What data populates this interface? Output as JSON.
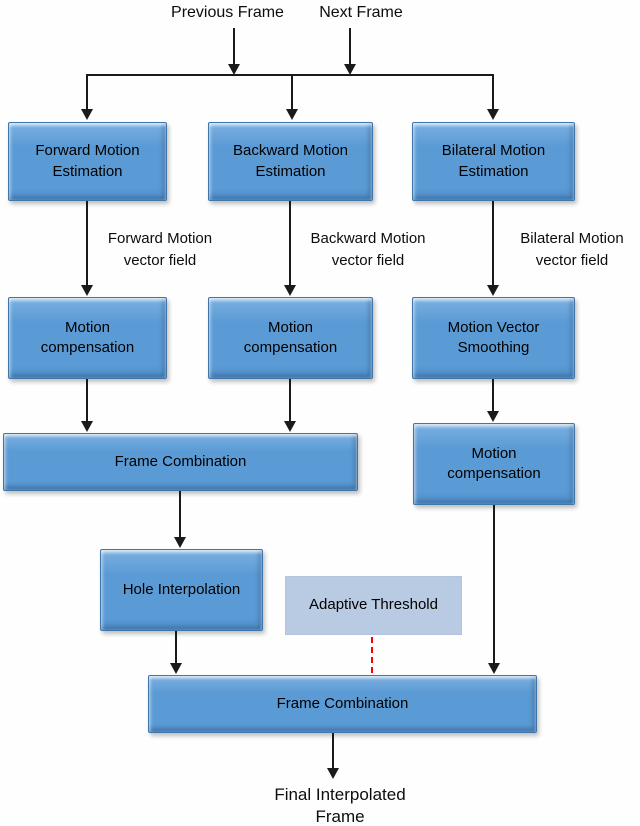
{
  "figure": {
    "type": "flowchart",
    "inputs": [
      {
        "id": "previous-frame",
        "label": "Previous Frame"
      },
      {
        "id": "next-frame",
        "label": "Next Frame"
      }
    ],
    "nodes": [
      {
        "id": "forward-motion-estimation",
        "label": "Forward Motion Estimation"
      },
      {
        "id": "backward-motion-estimation",
        "label": "Backward Motion Estimation"
      },
      {
        "id": "bilateral-motion-estimation",
        "label": "Bilateral Motion Estimation"
      },
      {
        "id": "motion-compensation-forward",
        "label": "Motion compensation"
      },
      {
        "id": "motion-compensation-backward",
        "label": "Motion compensation"
      },
      {
        "id": "motion-vector-smoothing",
        "label": "Motion Vector Smoothing"
      },
      {
        "id": "frame-combination-1",
        "label": "Frame Combination"
      },
      {
        "id": "motion-compensation-bilateral",
        "label": "Motion compensation"
      },
      {
        "id": "hole-interpolation",
        "label": "Hole Interpolation"
      },
      {
        "id": "adaptive-threshold",
        "label": "Adaptive Threshold"
      },
      {
        "id": "frame-combination-2",
        "label": "Frame Combination"
      }
    ],
    "edge_labels": [
      {
        "id": "forward-motion-vector-field",
        "label": "Forward Motion vector field"
      },
      {
        "id": "backward-motion-vector-field",
        "label": "Backward Motion vector field"
      },
      {
        "id": "bilateral-motion-vector-field",
        "label": "Bilateral Motion vector field"
      }
    ],
    "output": {
      "label": "Final Interpolated Frame"
    },
    "colors": {
      "node_fill": "#5b9bd5",
      "node_border": "#3f76ac",
      "threshold_fill": "#b9cbe3",
      "connector": "#1a1a1a",
      "dashed_connector": "#ff0000"
    }
  }
}
